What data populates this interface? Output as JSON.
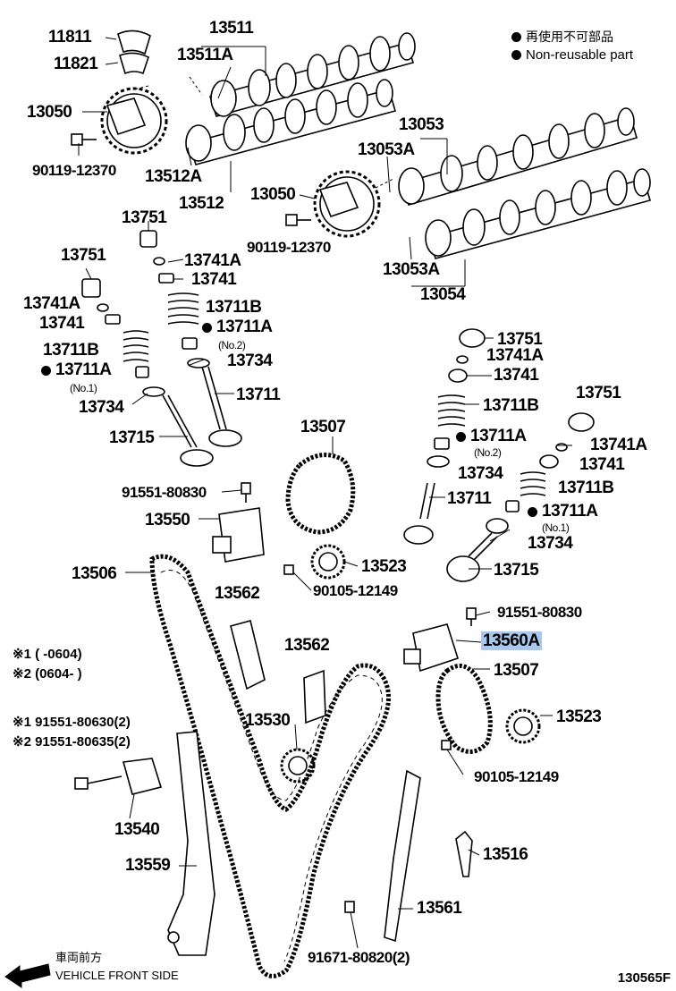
{
  "legend": {
    "jp": "再使用不可部品",
    "en": "Non-reusable part"
  },
  "notes": {
    "r1": "※1 (      -0604)",
    "r2": "※2 (0604-       )",
    "b1": "※1 91551-80630(2)",
    "b2": "※2 91551-80635(2)"
  },
  "footer": {
    "jp": "車両前方",
    "en": "VEHICLE FRONT SIDE",
    "figure_id": "130565F"
  },
  "parts": {
    "p11811": "11811",
    "p11821": "11821",
    "p13511": "13511",
    "p13511A": "13511A",
    "p13050a": "13050",
    "p90119a": "90119-12370",
    "p13512A": "13512A",
    "p13512": "13512",
    "p13053": "13053",
    "p13053A_top": "13053A",
    "p13050b": "13050",
    "p90119b": "90119-12370",
    "p13053A_bot": "13053A",
    "p13054": "13054",
    "p13751a": "13751",
    "p13741Aa": "13741A",
    "p13741a": "13741",
    "p13711Ba": "13711B",
    "p13711Aa": "13711A",
    "p_no2a": "(No.2)",
    "p13734a": "13734",
    "p13711a": "13711",
    "p13751b": "13751",
    "p13741Ab": "13741A",
    "p13741b": "13741",
    "p13711Bb": "13711B",
    "p13711Ab": "13711A",
    "p_no1a": "(No.1)",
    "p13734b": "13734",
    "p13715a": "13715",
    "p13507a": "13507",
    "p91551a": "91551-80830",
    "p13550": "13550",
    "p13506": "13506",
    "p13523a": "13523",
    "p90105a": "90105-12149",
    "p13562a": "13562",
    "p13751c": "13751",
    "p13741Ac": "13741A",
    "p13741c": "13741",
    "p13711Bc": "13711B",
    "p13711Ac": "13711A",
    "p_no2b": "(No.2)",
    "p13734c": "13734",
    "p13711b": "13711",
    "p13751d": "13751",
    "p13741Ad": "13741A",
    "p13741d": "13741",
    "p13711Bd": "13711B",
    "p13711Ad": "13711A",
    "p_no1b": "(No.1)",
    "p13734d": "13734",
    "p13715b": "13715",
    "p91551b": "91551-80830",
    "p13560A": "13560A",
    "p13507b": "13507",
    "p13562b": "13562",
    "p13523b": "13523",
    "p13530": "13530",
    "p90105b": "90105-12149",
    "p13540": "13540",
    "p13559": "13559",
    "p13516": "13516",
    "p13561": "13561",
    "p91671": "91671-80820(2)"
  },
  "colors": {
    "line": "#000000",
    "highlight": "#a9c8ee"
  }
}
